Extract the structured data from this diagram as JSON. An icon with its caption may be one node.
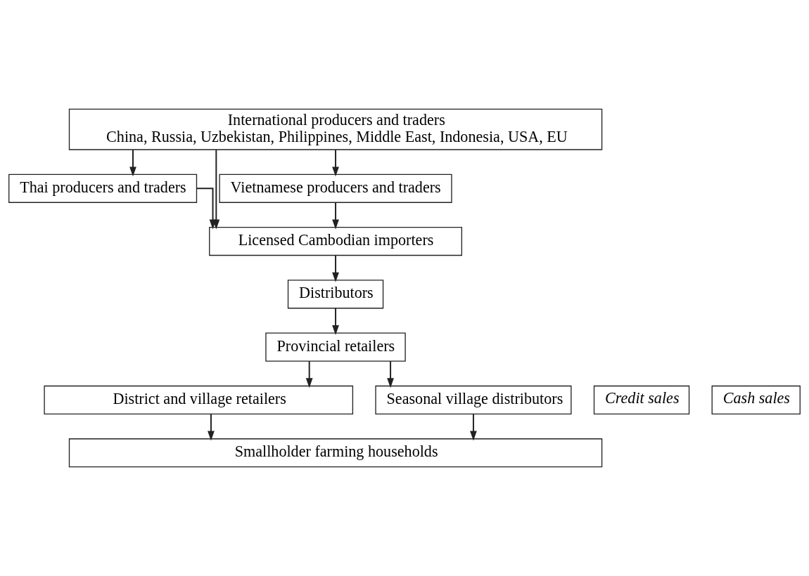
{
  "diagram": {
    "nodes": [
      {
        "text": [
          "International producers and traders",
          "China, Russia, Uzbekistan, Philippines, Middle East, Indonesia, USA, EU"
        ]
      },
      {
        "text": [
          "Thai producers and traders"
        ]
      },
      {
        "text": [
          "Vietnamese producers and traders"
        ]
      },
      {
        "text": [
          "Licensed Cambodian importers"
        ]
      },
      {
        "text": [
          "Distributors"
        ]
      },
      {
        "text": [
          "Provincial retailers"
        ]
      },
      {
        "text": [
          "District and village retailers"
        ]
      },
      {
        "text": [
          "Seasonal village distributors"
        ]
      },
      {
        "text": [
          "Credit sales"
        ]
      },
      {
        "text": [
          "Cash sales"
        ]
      },
      {
        "text": [
          "Smallholder farming households"
        ]
      }
    ],
    "edges": [
      {
        "from": 0,
        "to": 1,
        "arrow": "to"
      },
      {
        "from": 0,
        "to": 3,
        "arrow": "to"
      },
      {
        "from": 0,
        "to": 2,
        "arrow": "to"
      },
      {
        "from": 1,
        "to": 3,
        "arrow": "to"
      },
      {
        "from": 2,
        "to": 3,
        "arrow": "to"
      },
      {
        "from": 3,
        "to": 4,
        "arrow": "to"
      },
      {
        "from": 4,
        "to": 5,
        "arrow": "to"
      },
      {
        "from": 5,
        "to": 7,
        "arrow": "to"
      },
      {
        "from": 5,
        "to": 6,
        "arrow": "to"
      },
      {
        "from": 7,
        "to": 10,
        "arrow": "to"
      },
      {
        "from": 6,
        "to": 10,
        "arrow": "to"
      }
    ]
  }
}
